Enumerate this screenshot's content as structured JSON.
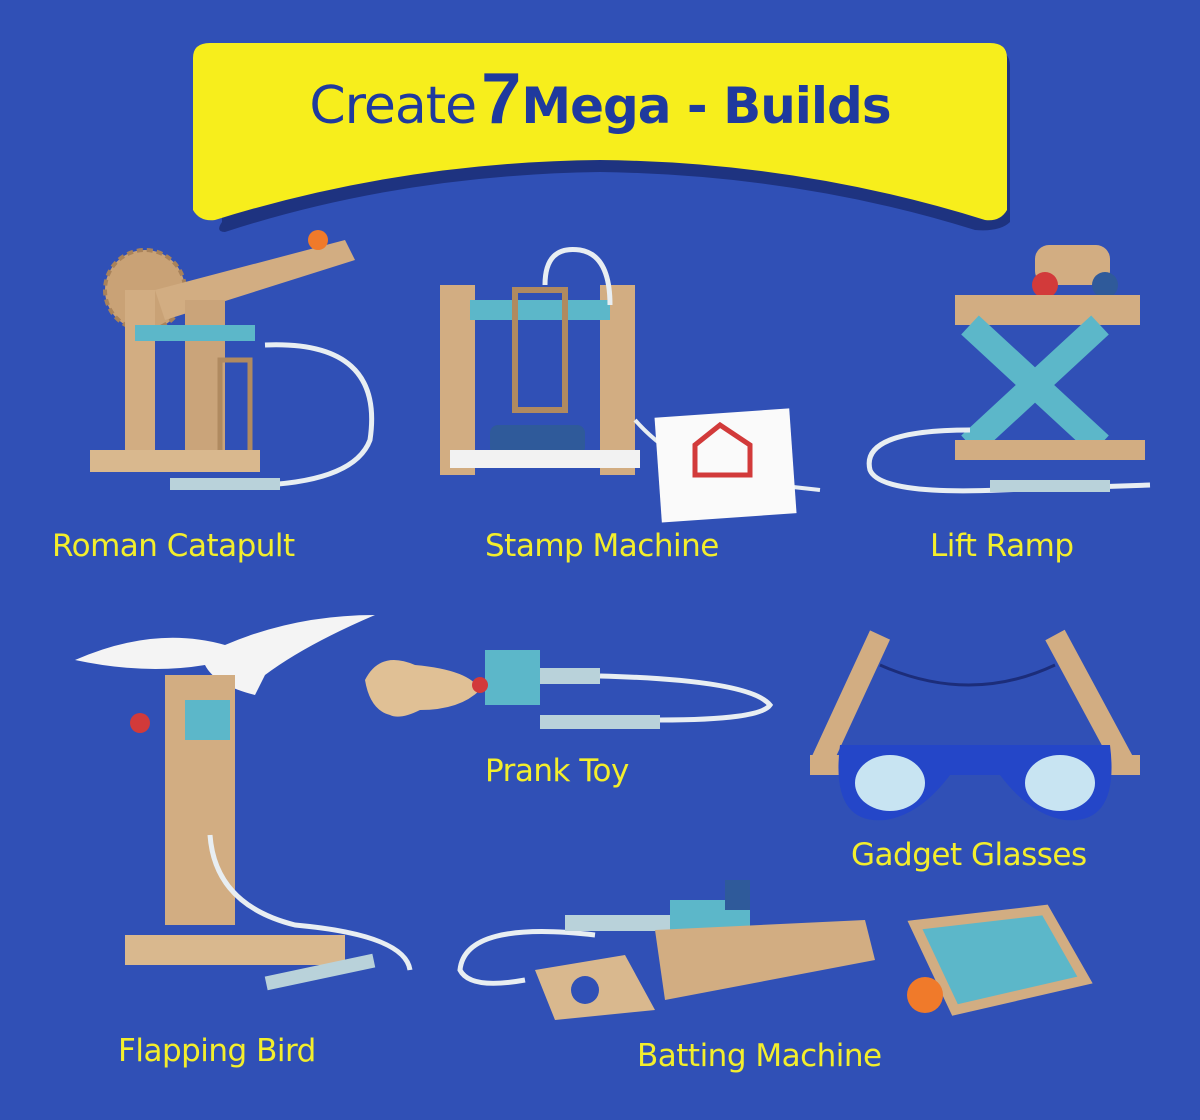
{
  "banner": {
    "prefix": "Create",
    "number": "7",
    "suffix": "Mega - Builds"
  },
  "builds": [
    {
      "name": "Roman  Catapult"
    },
    {
      "name": "Stamp Machine"
    },
    {
      "name": "Lift Ramp"
    },
    {
      "name": "Flapping Bird"
    },
    {
      "name": "Prank Toy"
    },
    {
      "name": "Gadget Glasses"
    },
    {
      "name": "Batting Machine"
    }
  ],
  "colors": {
    "background": "#3050b6",
    "banner": "#f7ee1c",
    "title": "#1f3a9e",
    "label": "#f3ee2c",
    "wood": "#d2ad82",
    "teal": "#5cb7c9"
  }
}
